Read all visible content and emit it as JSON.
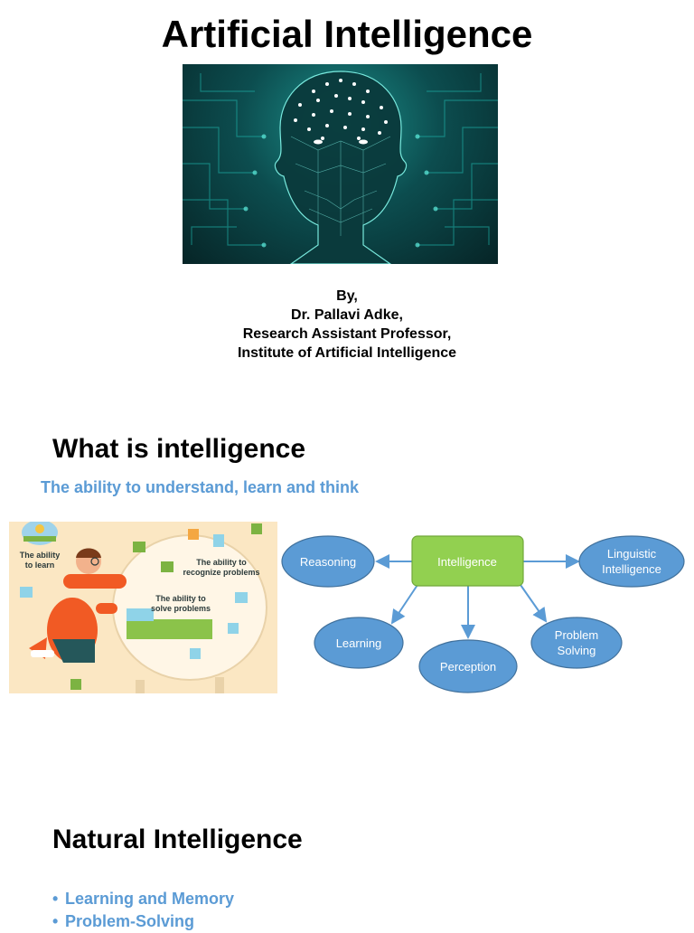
{
  "title": "Artificial Intelligence",
  "byline": {
    "line1": "By,",
    "line2": "Dr. Pallavi Adke,",
    "line3": "Research Assistant Professor,",
    "line4": "Institute of Artificial Intelligence"
  },
  "what_is": {
    "heading": "What is intelligence",
    "definition": "The ability to understand, learn and think",
    "illustration": {
      "label_learn": "The ability\nto learn",
      "label_recognize": "The ability to\nrecognize problems",
      "label_solve": "The ability to\nsolve problems"
    },
    "diagram": {
      "center": "Intelligence",
      "reasoning": "Reasoning",
      "linguistic_1": "Linguistic",
      "linguistic_2": "Intelligence",
      "learning": "Learning",
      "perception": "Perception",
      "problem_1": "Problem",
      "problem_2": "Solving"
    }
  },
  "natural": {
    "heading": "Natural Intelligence",
    "items": [
      "Learning and Memory",
      "Problem-Solving"
    ]
  },
  "colors": {
    "accent_blue": "#5b9bd5",
    "center_green": "#92d050",
    "ellipse_fill": "#5b9bd5",
    "ellipse_stroke": "#41719c"
  }
}
